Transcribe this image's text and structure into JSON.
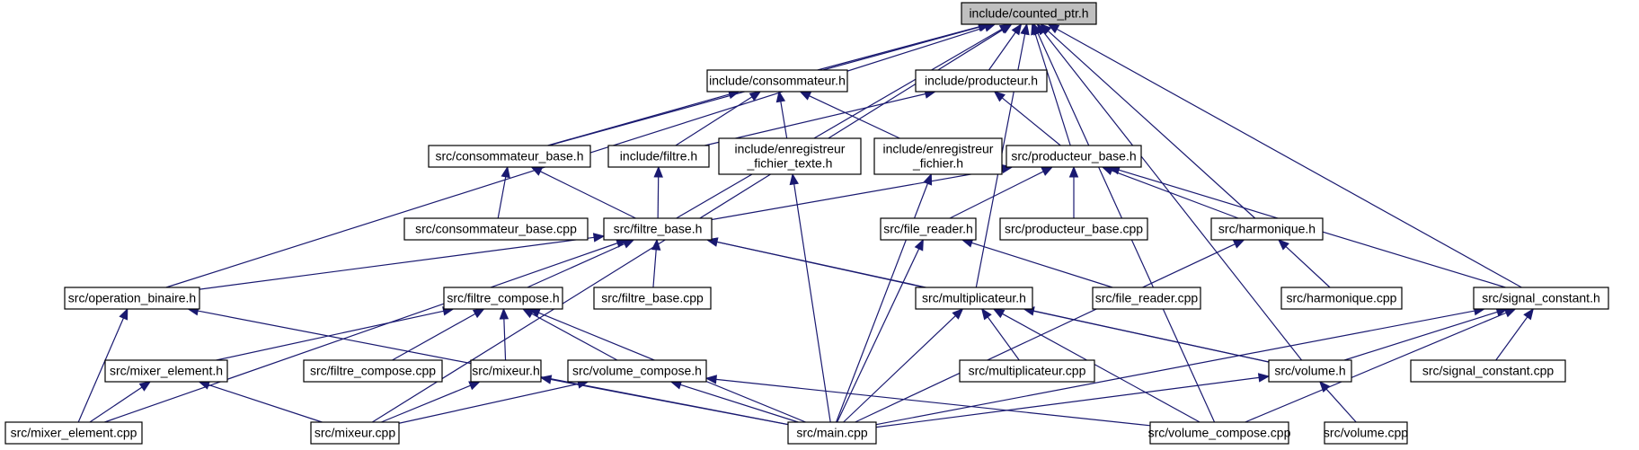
{
  "title": "include/counted_ptr.h",
  "colors": {
    "edge": "#191970",
    "root_fill": "#bfbfbf",
    "node_fill": "#ffffff",
    "border": "#000000"
  },
  "nodes": {
    "counted_ptr": {
      "label": [
        "include/counted_ptr.h"
      ]
    },
    "consommateur": {
      "label": [
        "include/consommateur.h"
      ]
    },
    "producteur": {
      "label": [
        "include/producteur.h"
      ]
    },
    "consommateur_base_h": {
      "label": [
        "src/consommateur_base.h"
      ]
    },
    "filtre_h": {
      "label": [
        "include/filtre.h"
      ]
    },
    "enreg_texte": {
      "label": [
        "include/enregistreur",
        "_fichier_texte.h"
      ]
    },
    "enreg_fichier": {
      "label": [
        "include/enregistreur",
        "_fichier.h"
      ]
    },
    "producteur_base_h": {
      "label": [
        "src/producteur_base.h"
      ]
    },
    "consommateur_base_cpp": {
      "label": [
        "src/consommateur_base.cpp"
      ]
    },
    "filtre_base_h": {
      "label": [
        "src/filtre_base.h"
      ]
    },
    "file_reader_h": {
      "label": [
        "src/file_reader.h"
      ]
    },
    "producteur_base_cpp": {
      "label": [
        "src/producteur_base.cpp"
      ]
    },
    "harmonique_h": {
      "label": [
        "src/harmonique.h"
      ]
    },
    "operation_binaire": {
      "label": [
        "src/operation_binaire.h"
      ]
    },
    "filtre_compose_h": {
      "label": [
        "src/filtre_compose.h"
      ]
    },
    "filtre_base_cpp": {
      "label": [
        "src/filtre_base.cpp"
      ]
    },
    "multiplicateur_h": {
      "label": [
        "src/multiplicateur.h"
      ]
    },
    "file_reader_cpp": {
      "label": [
        "src/file_reader.cpp"
      ]
    },
    "harmonique_cpp": {
      "label": [
        "src/harmonique.cpp"
      ]
    },
    "signal_constant_h": {
      "label": [
        "src/signal_constant.h"
      ]
    },
    "mixer_element_h": {
      "label": [
        "src/mixer_element.h"
      ]
    },
    "filtre_compose_cpp": {
      "label": [
        "src/filtre_compose.cpp"
      ]
    },
    "mixeur_h": {
      "label": [
        "src/mixeur.h"
      ]
    },
    "volume_compose_h": {
      "label": [
        "src/volume_compose.h"
      ]
    },
    "multiplicateur_cpp": {
      "label": [
        "src/multiplicateur.cpp"
      ]
    },
    "volume_h": {
      "label": [
        "src/volume.h"
      ]
    },
    "signal_constant_cpp": {
      "label": [
        "src/signal_constant.cpp"
      ]
    },
    "mixer_element_cpp": {
      "label": [
        "src/mixer_element.cpp"
      ]
    },
    "mixeur_cpp": {
      "label": [
        "src/mixeur.cpp"
      ]
    },
    "main_cpp": {
      "label": [
        "src/main.cpp"
      ]
    },
    "volume_compose_cpp": {
      "label": [
        "src/volume_compose.cpp"
      ]
    },
    "volume_cpp": {
      "label": [
        "src/volume.cpp"
      ]
    }
  },
  "edges": [
    [
      "consommateur",
      "counted_ptr"
    ],
    [
      "producteur",
      "counted_ptr"
    ],
    [
      "consommateur_base_h",
      "counted_ptr"
    ],
    [
      "filtre_base_h",
      "counted_ptr"
    ],
    [
      "producteur_base_h",
      "counted_ptr"
    ],
    [
      "operation_binaire",
      "counted_ptr"
    ],
    [
      "mixeur_cpp",
      "counted_ptr"
    ],
    [
      "multiplicateur_h",
      "counted_ptr"
    ],
    [
      "harmonique_h",
      "counted_ptr"
    ],
    [
      "volume_h",
      "counted_ptr"
    ],
    [
      "signal_constant_h",
      "counted_ptr"
    ],
    [
      "volume_compose_cpp",
      "counted_ptr"
    ],
    [
      "consommateur_base_h",
      "consommateur"
    ],
    [
      "filtre_h",
      "consommateur"
    ],
    [
      "enreg_texte",
      "consommateur"
    ],
    [
      "enreg_fichier",
      "consommateur"
    ],
    [
      "filtre_h",
      "producteur"
    ],
    [
      "producteur_base_h",
      "producteur"
    ],
    [
      "consommateur_base_cpp",
      "consommateur_base_h"
    ],
    [
      "filtre_base_h",
      "consommateur_base_h"
    ],
    [
      "filtre_base_h",
      "filtre_h"
    ],
    [
      "main_cpp",
      "enreg_texte"
    ],
    [
      "main_cpp",
      "enreg_fichier"
    ],
    [
      "filtre_base_h",
      "producteur_base_h"
    ],
    [
      "file_reader_h",
      "producteur_base_h"
    ],
    [
      "producteur_base_cpp",
      "producteur_base_h"
    ],
    [
      "harmonique_h",
      "producteur_base_h"
    ],
    [
      "signal_constant_h",
      "producteur_base_h"
    ],
    [
      "operation_binaire",
      "filtre_base_h"
    ],
    [
      "filtre_compose_h",
      "filtre_base_h"
    ],
    [
      "filtre_base_cpp",
      "filtre_base_h"
    ],
    [
      "multiplicateur_h",
      "filtre_base_h"
    ],
    [
      "mixer_element_cpp",
      "filtre_base_h"
    ],
    [
      "volume_h",
      "filtre_base_h"
    ],
    [
      "file_reader_cpp",
      "file_reader_h"
    ],
    [
      "main_cpp",
      "file_reader_h"
    ],
    [
      "harmonique_cpp",
      "harmonique_h"
    ],
    [
      "main_cpp",
      "harmonique_h"
    ],
    [
      "mixer_element_cpp",
      "operation_binaire"
    ],
    [
      "main_cpp",
      "operation_binaire"
    ],
    [
      "mixer_element_h",
      "filtre_compose_h"
    ],
    [
      "filtre_compose_cpp",
      "filtre_compose_h"
    ],
    [
      "mixeur_h",
      "filtre_compose_h"
    ],
    [
      "volume_compose_h",
      "filtre_compose_h"
    ],
    [
      "main_cpp",
      "filtre_compose_h"
    ],
    [
      "multiplicateur_cpp",
      "multiplicateur_h"
    ],
    [
      "main_cpp",
      "multiplicateur_h"
    ],
    [
      "volume_compose_cpp",
      "multiplicateur_h"
    ],
    [
      "volume_h",
      "multiplicateur_h"
    ],
    [
      "volume_h",
      "signal_constant_h"
    ],
    [
      "signal_constant_cpp",
      "signal_constant_h"
    ],
    [
      "main_cpp",
      "signal_constant_h"
    ],
    [
      "volume_compose_cpp",
      "signal_constant_h"
    ],
    [
      "mixer_element_cpp",
      "mixer_element_h"
    ],
    [
      "mixeur_cpp",
      "mixer_element_h"
    ],
    [
      "mixeur_cpp",
      "mixeur_h"
    ],
    [
      "main_cpp",
      "mixeur_h"
    ],
    [
      "mixeur_cpp",
      "volume_compose_h"
    ],
    [
      "main_cpp",
      "volume_compose_h"
    ],
    [
      "volume_compose_cpp",
      "volume_compose_h"
    ],
    [
      "main_cpp",
      "volume_h"
    ],
    [
      "volume_cpp",
      "volume_h"
    ]
  ]
}
